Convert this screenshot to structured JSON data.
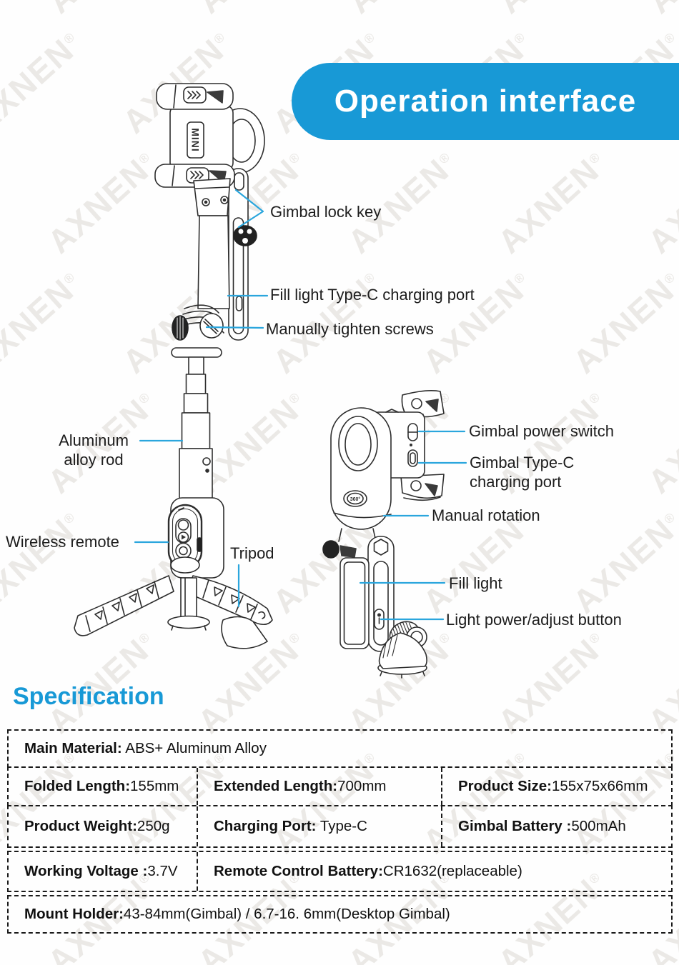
{
  "banner": {
    "title": "Operation interface",
    "bg_color": "#1899d6",
    "text_color": "#ffffff"
  },
  "watermark": {
    "text": "AXNEN",
    "reg_mark": "®",
    "color": "#ebe9e6"
  },
  "diagram": {
    "clamp_badge": "MINI",
    "rotation_badge": "360°"
  },
  "callouts": {
    "gimbal_lock_key": "Gimbal lock key",
    "fill_light_typec_port": "Fill light Type-C charging port",
    "manually_tighten_screws": "Manually tighten screws",
    "aluminum_alloy_rod_line1": "Aluminum",
    "aluminum_alloy_rod_line2": "alloy rod",
    "wireless_remote": "Wireless remote",
    "tripod": "Tripod",
    "gimbal_power_switch": "Gimbal power switch",
    "gimbal_typec_line1": "Gimbal Type-C",
    "gimbal_typec_line2": "charging port",
    "manual_rotation": "Manual rotation",
    "fill_light": "Fill light",
    "light_power_adjust": "Light power/adjust button"
  },
  "specification": {
    "heading": "Specification",
    "heading_color": "#1899d6",
    "cells": {
      "main_material": {
        "label": "Main Material:",
        "value": " ABS+ Aluminum Alloy"
      },
      "folded_length": {
        "label": "Folded Length:",
        "value": "155mm"
      },
      "extended_length": {
        "label": "Extended Length:",
        "value": "700mm"
      },
      "product_size": {
        "label": "Product Size:",
        "value": "155x75x66mm"
      },
      "product_weight": {
        "label": "Product Weight:",
        "value": "250g"
      },
      "charging_port": {
        "label": "Charging Port:",
        "value": " Type-C"
      },
      "gimbal_battery": {
        "label": "Gimbal Battery :",
        "value": "500mAh"
      },
      "working_voltage": {
        "label": "Working Voltage :",
        "value": "3.7V"
      },
      "remote_battery": {
        "label": "Remote Control Battery:",
        "value": "CR1632(replaceable)"
      },
      "mount_holder": {
        "label": "Mount Holder:",
        "value": "43-84mm(Gimbal) / 6.7-16. 6mm(Desktop Gimbal)"
      }
    }
  },
  "colors": {
    "accent_blue": "#1899d6",
    "leader_line": "#2ba6dd",
    "line_art": "#2e2e2e"
  }
}
